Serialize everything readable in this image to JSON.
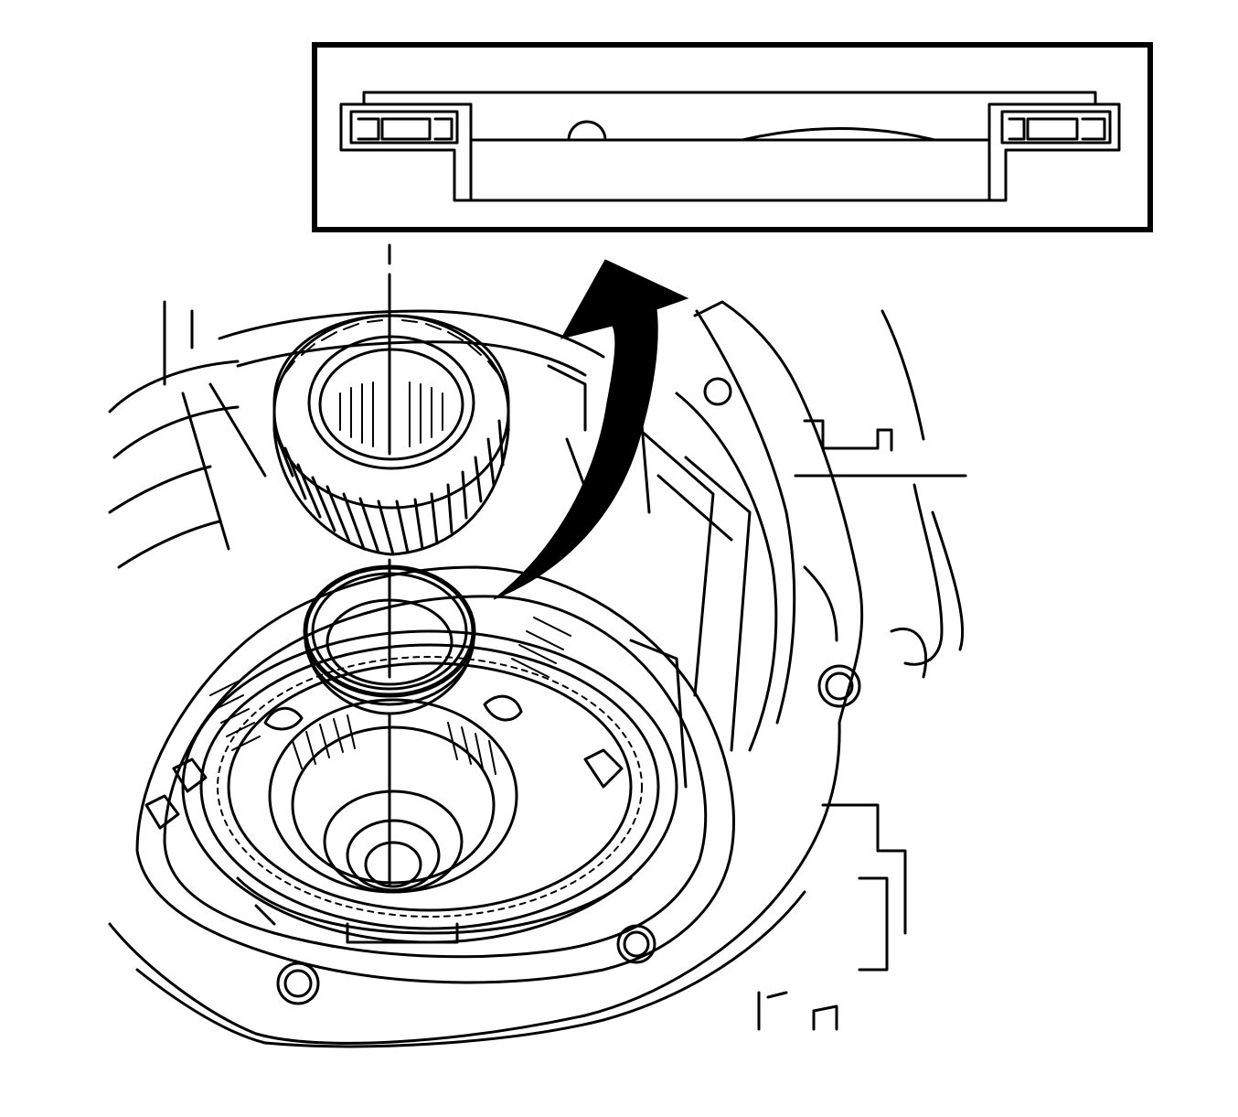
{
  "figure": {
    "alt": "",
    "colors": {
      "line": "#000000",
      "background": "#ffffff"
    },
    "parts": [
      "detail-inset",
      "transmission-case",
      "helical-gear",
      "thrust-bearing",
      "ring-gear-carrier",
      "direction-arrow",
      "alignment-line"
    ]
  }
}
